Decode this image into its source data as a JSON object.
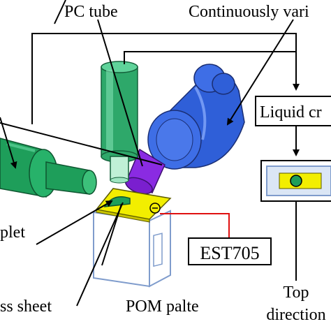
{
  "labels": {
    "pc_tube": "PC tube",
    "continuously_variable": "Continuously vari",
    "liquid_crystal": "Liquid cr",
    "droplet": "plet",
    "est705": "EST705",
    "glass_sheet": "ss sheet",
    "pom_plate": "POM palte",
    "top_direction_line1": "Top",
    "top_direction_line2": "direction"
  },
  "colors": {
    "green_device": "#1e9e5a",
    "green_tube": "#3fbf7f",
    "blue_device": "#2f5fd8",
    "purple_tube": "#8a2be2",
    "yellow_sheet": "#f2ee00",
    "red_wire": "#e01010",
    "box_edge": "#7f9ccc",
    "window_fill": "#dbe6f5"
  }
}
